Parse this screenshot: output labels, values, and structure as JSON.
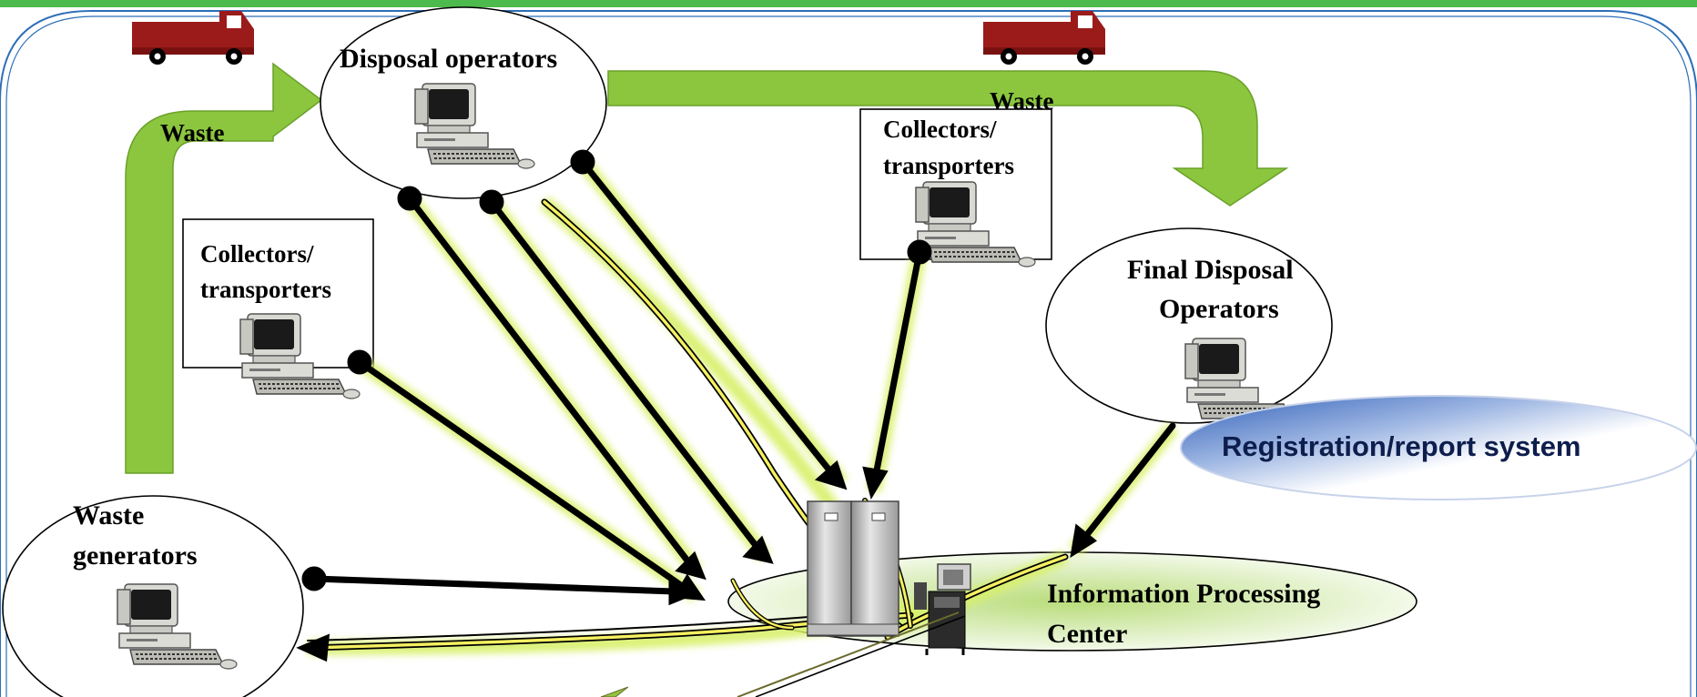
{
  "nodes": {
    "disposal_operators": "Disposal operators",
    "collectors_left_line1": "Collectors/",
    "collectors_left_line2": "transporters",
    "collectors_right_line1": "Collectors/",
    "collectors_right_line2": "transporters",
    "final_disposal_line1": "Final Disposal",
    "final_disposal_line2": "Operators",
    "waste_generators_line1": "Waste",
    "waste_generators_line2": "generators",
    "info_center_line1": "Information Processing",
    "info_center_line2": "Center"
  },
  "flows": {
    "waste_left": "Waste",
    "waste_right": "Waste"
  },
  "system": {
    "label": "Registration/report system"
  },
  "icons": [
    "truck-icon",
    "computer-icon",
    "server-icon",
    "workstation-icon"
  ],
  "colors": {
    "frame": "#2d6fb7",
    "flow_arrow": "#8cc63f",
    "truck": "#9b1b1b",
    "glow": "#d8f06a",
    "highlight_line": "#f5f060",
    "system_blue": "#3a66b8"
  }
}
